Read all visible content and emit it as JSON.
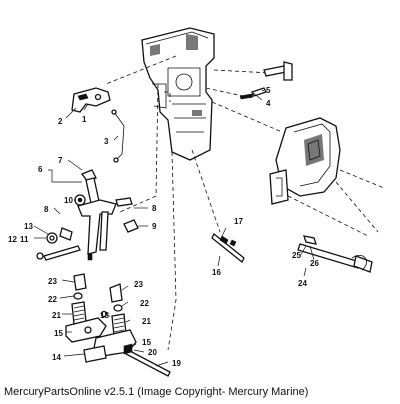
{
  "caption": "MercuryPartsOnline v2.5.1 (Image Copyright- Mercury Marine)",
  "callouts": [
    "1",
    "2",
    "3",
    "4",
    "5",
    "6",
    "7",
    "8",
    "8",
    "9",
    "10",
    "11",
    "12",
    "13",
    "14",
    "15",
    "15",
    "16",
    "17",
    "18",
    "19",
    "20",
    "21",
    "21",
    "22",
    "22",
    "23",
    "23",
    "24",
    "25",
    "26"
  ]
}
